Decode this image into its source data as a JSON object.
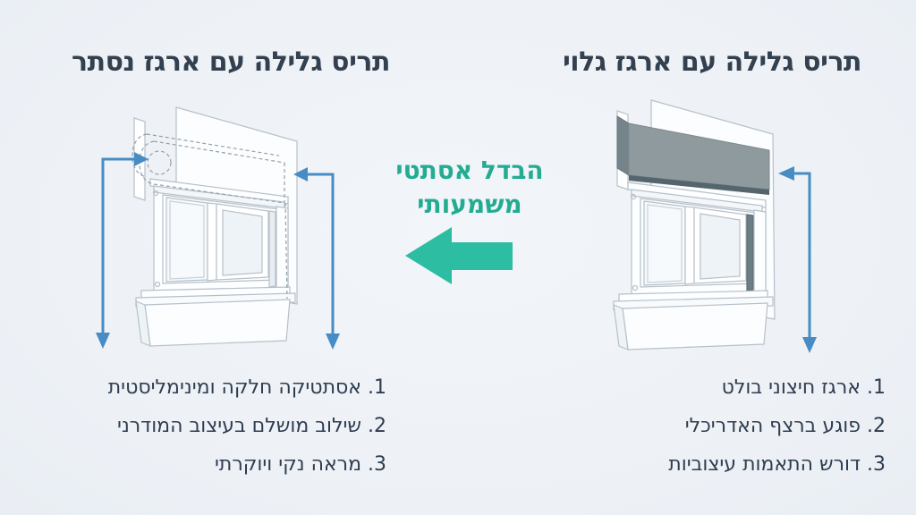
{
  "right_panel": {
    "title": "תריס גלילה עם ארגז גלוי",
    "items": [
      "1. ארגז חיצוני בולט",
      "2. פוגע ברצף האדריכלי",
      "3. דורש התאמות עיצוביות"
    ]
  },
  "left_panel": {
    "title": "תריס גלילה עם ארגז נסתר",
    "items": [
      "1. אסתטיקה חלקה ומינימליסטית",
      "2. שילוב מושלם בעיצוב המודרני",
      "3. מראה נקי ויוקרתי"
    ]
  },
  "center_label": {
    "line1": "הבדל אסתטי",
    "line2": "משמעותי"
  },
  "colors": {
    "background": "#eef2f6",
    "title_text": "#32404f",
    "list_text": "#2e3d4f",
    "teal_text": "#23ac92",
    "teal_arrow": "#2cbda2",
    "blue_arrow": "#478cc4",
    "shutter_box_front": "#8e9a9e",
    "shutter_box_side": "#75848a"
  }
}
